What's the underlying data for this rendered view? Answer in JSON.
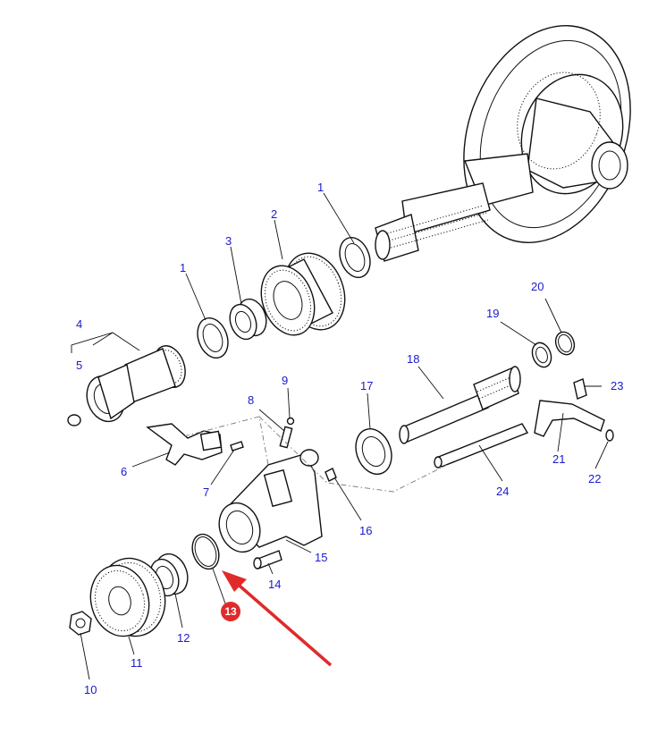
{
  "colors": {
    "label": "#1a1acc",
    "line": "#111111",
    "highlight": "#e02a2a"
  },
  "labels": {
    "l1a": "1",
    "l1b": "1",
    "l2": "2",
    "l3": "3",
    "l4": "4",
    "l5": "5",
    "l6": "6",
    "l7": "7",
    "l8": "8",
    "l9": "9",
    "l10": "10",
    "l11": "11",
    "l12": "12",
    "l13": "13",
    "l14": "14",
    "l15": "15",
    "l16": "16",
    "l17": "17",
    "l18": "18",
    "l19": "19",
    "l20": "20",
    "l21": "21",
    "l22": "22",
    "l23": "23",
    "l24": "24"
  }
}
